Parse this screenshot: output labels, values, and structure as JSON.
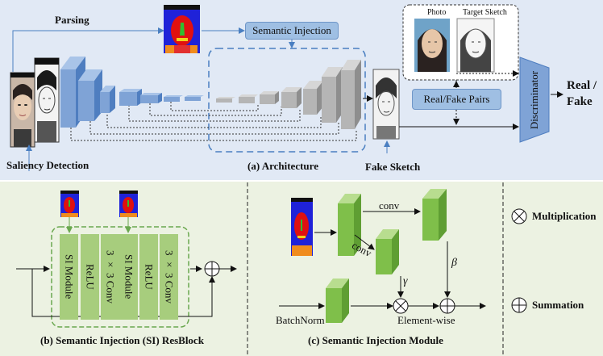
{
  "top": {
    "parsing_label": "Parsing",
    "semantic_injection_label": "Semantic Injection",
    "photo_label": "Photo",
    "target_sketch_label": "Target Sketch",
    "real_fake_pairs_label": "Real/Fake Pairs",
    "discriminator_label": "Discriminator",
    "output_label_1": "Real /",
    "output_label_2": "Fake",
    "saliency_label": "Saliency Detection",
    "architecture_caption": "(a) Architecture",
    "fake_sketch_label": "Fake Sketch"
  },
  "resblock": {
    "columns": [
      "SI Module",
      "ReLU",
      "3 × 3 Conv",
      "SI Module",
      "ReLU",
      "3 × 3 Conv"
    ],
    "caption": "(b) Semantic Injection (SI) ResBlock"
  },
  "si_module": {
    "conv_label_1": "conv",
    "conv_label_2": "conv",
    "gamma_label": "γ",
    "beta_label": "β",
    "batchnorm_label": "BatchNorm",
    "elementwise_label": "Element-wise",
    "caption": "(c) Semantic Injection Module"
  },
  "legend": {
    "multiplication_label": "Multiplication",
    "summation_label": "Summation"
  },
  "colors": {
    "top_background": "#e1e9f5",
    "bottom_background": "#ecf2e2",
    "block_blue": "#7fa3d6",
    "block_gray": "#b5b5b5",
    "block_green": "#7fbf4a"
  }
}
